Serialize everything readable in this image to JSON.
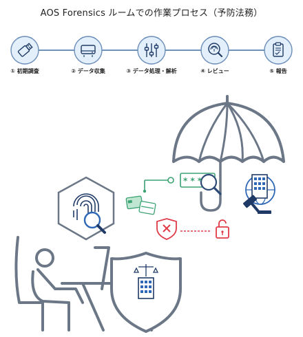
{
  "title": "AOS Forensics ルームでの作業プロセス（予防法務）",
  "process": {
    "steps": [
      {
        "label": "① 初期調査",
        "icon": "usb-drive-icon"
      },
      {
        "label": "② データ収集",
        "icon": "storage-device-icon"
      },
      {
        "label": "③ データ処理・解析",
        "icon": "slider-controls-icon"
      },
      {
        "label": "④ レビュー",
        "icon": "fingerprint-search-icon"
      },
      {
        "label": "⑤ 報告",
        "icon": "clipboard-check-icon"
      }
    ]
  },
  "illustration": {
    "password_field_text": "* * *"
  },
  "colors": {
    "step_fill": "#e3f0fb",
    "step_stroke": "#6b8cb8",
    "connector": "#3c6ea5",
    "umbrella": "#6b7786",
    "green": "#3aa273",
    "red": "#e03a48",
    "blue": "#2d67b5",
    "navy": "#1f3a66"
  }
}
